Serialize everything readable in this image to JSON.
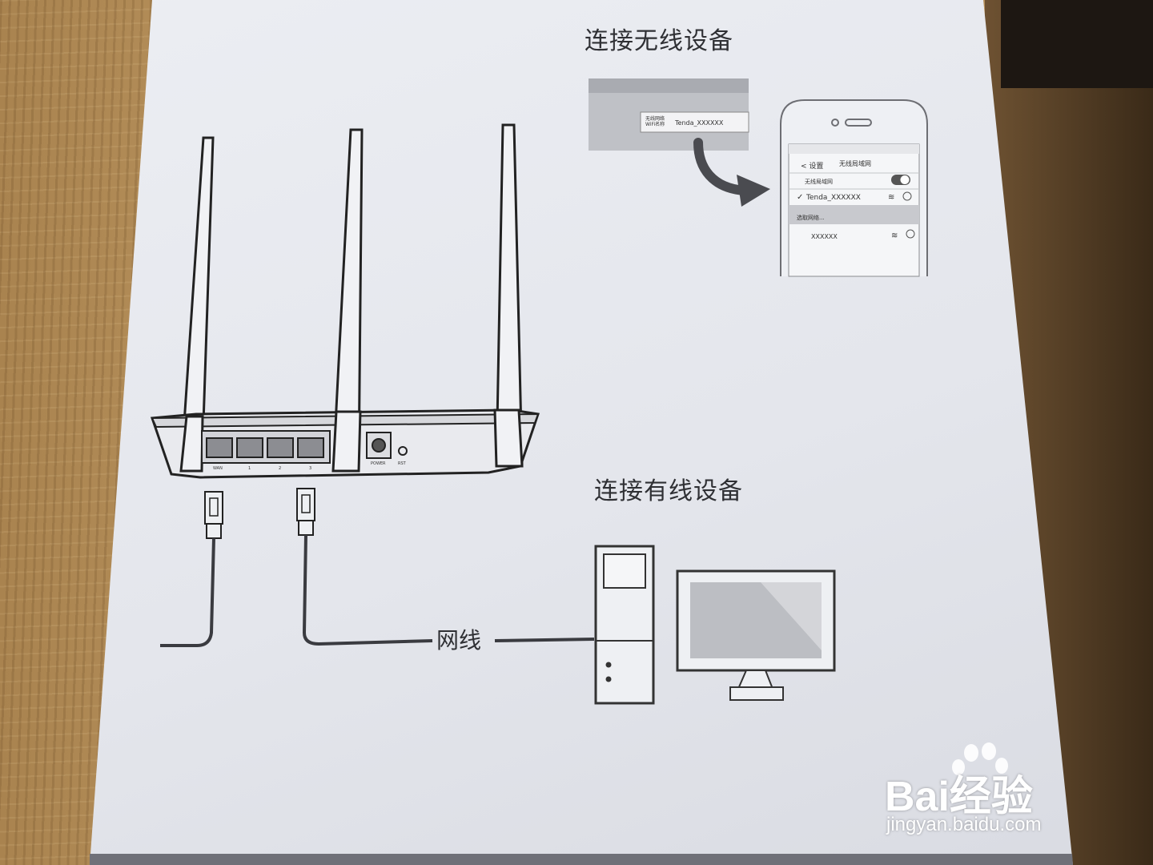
{
  "manual": {
    "heading_wireless": "连接无线设备",
    "heading_wired": "连接有线设备",
    "cable_label": "网线"
  },
  "wifi_label": {
    "field_labels": "无线网络\nWiFi名称",
    "ssid": "Tenda_XXXXXX"
  },
  "phone": {
    "nav_back": "设置",
    "nav_title": "无线局域网",
    "wlan_row": "无线局域网",
    "connected_network": "Tenda_XXXXXX",
    "section_header": "选取网络...",
    "other_network": "XXXXXX"
  },
  "router_ports": {
    "labels": [
      "WAN",
      "1",
      "2",
      "3"
    ],
    "power": "POWER",
    "reset": "RST"
  },
  "watermark": {
    "brand": "Bai经验",
    "url": "jingyan.baidu.com"
  },
  "colors": {
    "paper": "#e6e8ee",
    "ink": "#2f3034",
    "desk": "#b08a55"
  }
}
